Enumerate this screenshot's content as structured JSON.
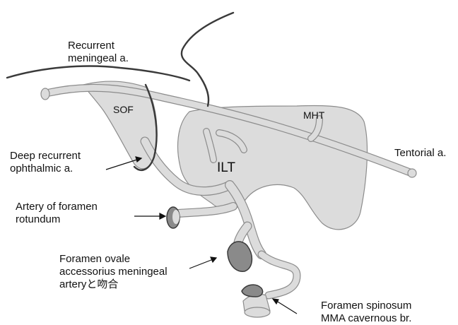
{
  "labels": {
    "recurrent_meningeal": "Recurrent\nmeningeal a.",
    "sof": "SOF",
    "mht": "MHT",
    "tentorial": "Tentorial a.",
    "deep_recurrent_ophthalmic": "Deep recurrent\nophthalmic a.",
    "ilt": "ILT",
    "artery_foramen_rotundum": "Artery of foramen\nrotundum",
    "foramen_ovale_accessory": "Foramen ovale\naccessorius meningeal\narteryと吻合",
    "foramen_spinosum": "Foramen spinosum\nMMA cavernous br."
  },
  "colors": {
    "vessel_fill": "#dcdcdc",
    "outline": "#8c8c8c",
    "dark_outline": "#3a3a3a",
    "foramen_shade": "#8a8a8a",
    "text": "#111111",
    "background": "#ffffff"
  }
}
